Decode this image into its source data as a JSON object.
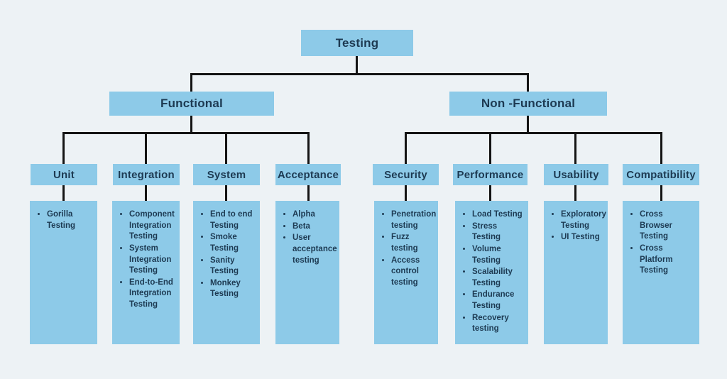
{
  "colors": {
    "background": "#edf2f5",
    "box_fill": "#8dcae8",
    "text": "#1d3a52",
    "connector": "#141414"
  },
  "root": {
    "label": "Testing"
  },
  "branches": [
    {
      "label": "Functional"
    },
    {
      "label": "Non -Functional"
    }
  ],
  "columns": [
    {
      "header": "Unit",
      "parent": "Functional",
      "items": [
        "Gorilla Testing"
      ]
    },
    {
      "header": "Integration",
      "parent": "Functional",
      "items": [
        "Component Integration Testing",
        "System Integration Testing",
        "End-to-End Integration Testing"
      ]
    },
    {
      "header": "System",
      "parent": "Functional",
      "items": [
        "End to end Testing",
        "Smoke Testing",
        "Sanity Testing",
        "Monkey Testing"
      ]
    },
    {
      "header": "Acceptance",
      "parent": "Functional",
      "items": [
        "Alpha",
        "Beta",
        "User acceptance testing"
      ]
    },
    {
      "header": "Security",
      "parent": "Non -Functional",
      "items": [
        "Penetration testing",
        "Fuzz testing",
        "Access control testing"
      ]
    },
    {
      "header": "Performance",
      "parent": "Non -Functional",
      "items": [
        "Load Testing",
        "Stress Testing",
        "Volume Testing",
        "Scalability Testing",
        "Endurance Testing",
        "Recovery testing"
      ]
    },
    {
      "header": "Usability",
      "parent": "Non -Functional",
      "items": [
        "Exploratory Testing",
        "UI Testing"
      ]
    },
    {
      "header": "Compatibility",
      "parent": "Non -Functional",
      "items": [
        "Cross Browser Testing",
        "Cross Platform Testing"
      ]
    }
  ]
}
